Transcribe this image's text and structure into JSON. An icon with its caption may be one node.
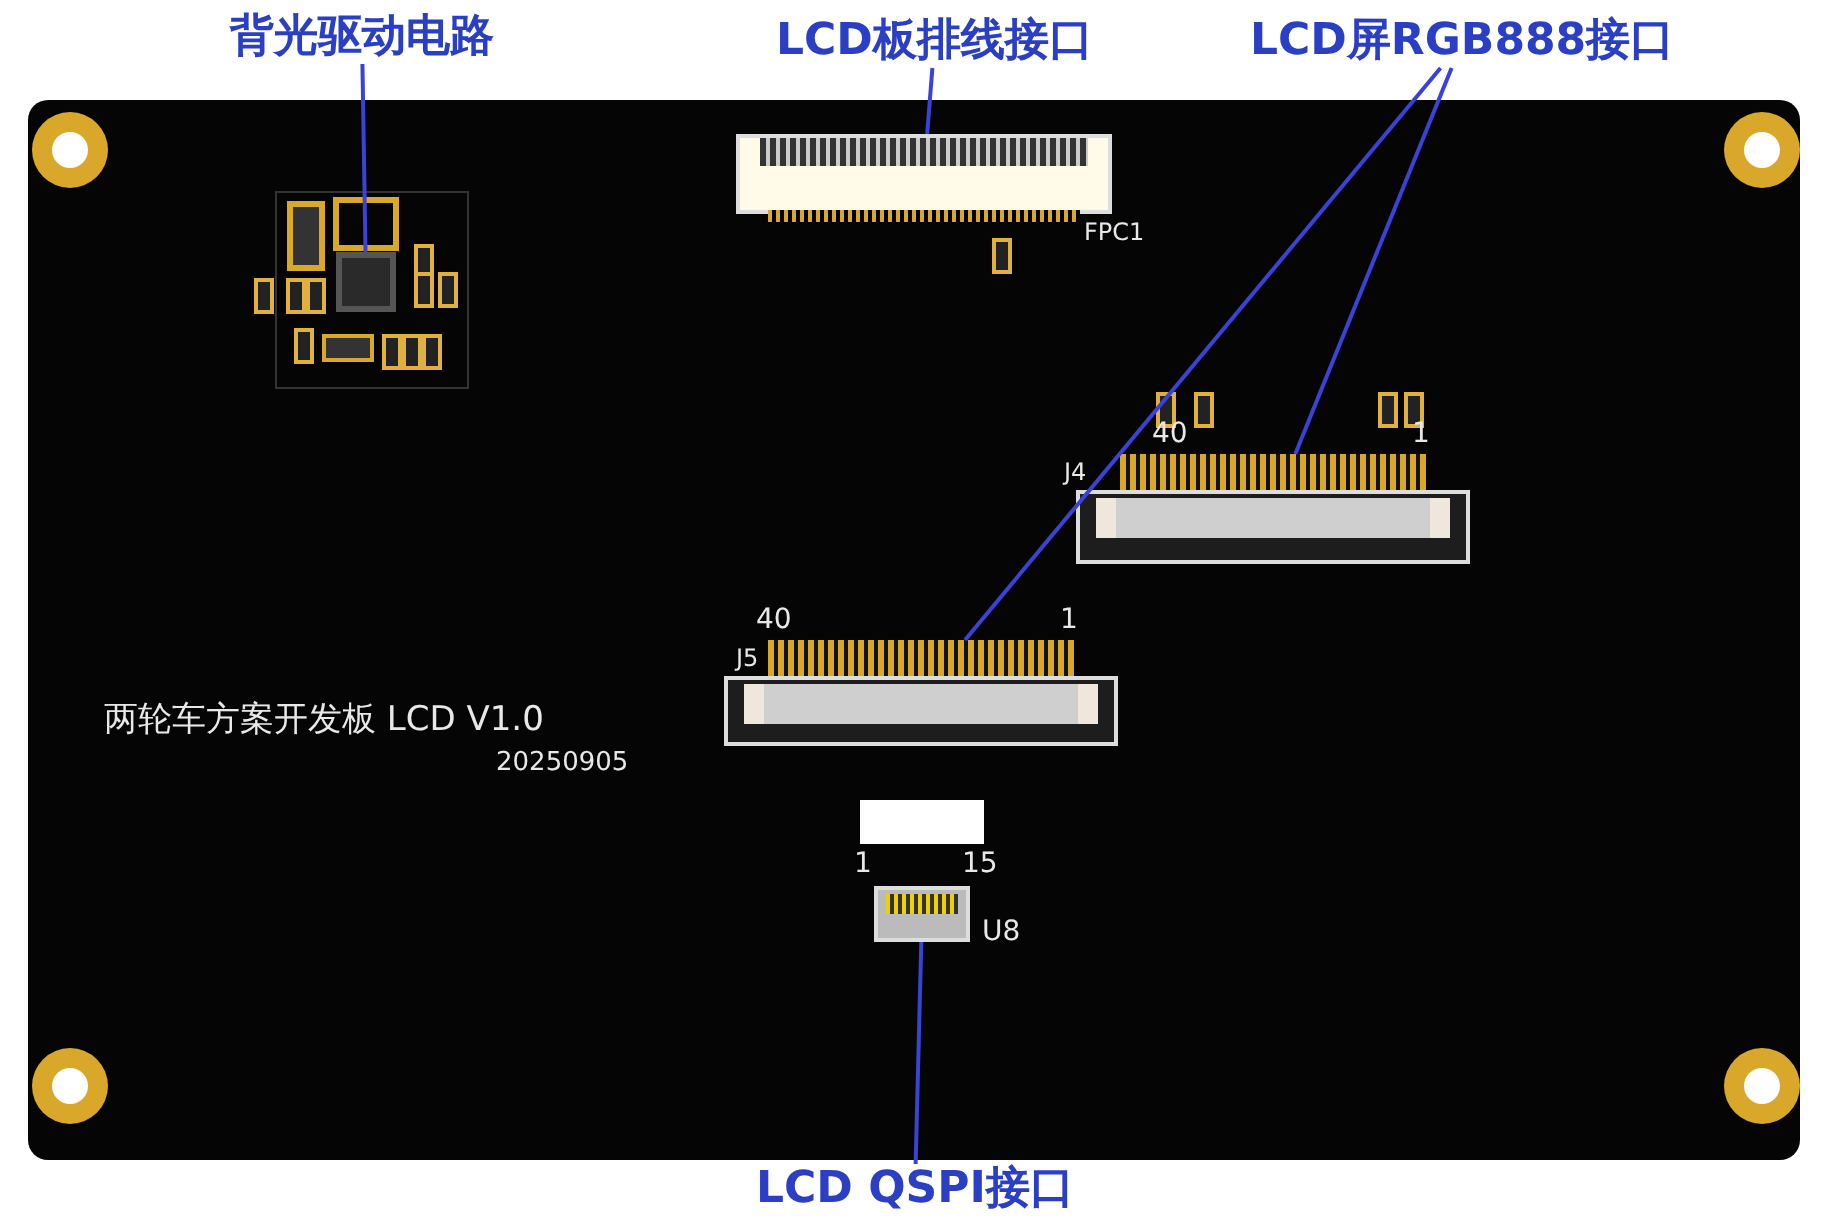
{
  "diagram": {
    "nodes": [
      {
        "text": [
          "背光驱动电路"
        ]
      },
      {
        "text": [
          "LCD板排线接口"
        ]
      },
      {
        "text": [
          "LCD屏RGB888接口"
        ]
      },
      {
        "text": [
          "LCD QSPI接口"
        ]
      },
      {
        "text": [],
        "shape": "box"
      },
      {
        "text": [],
        "shape": "box",
        "beside": [
          "FPC1"
        ]
      },
      {
        "text": [],
        "shape": "box",
        "beside": [
          "J4",
          "40",
          "1"
        ]
      },
      {
        "text": [],
        "shape": "box",
        "beside": [
          "J5",
          "40",
          "1"
        ]
      },
      {
        "text": [],
        "shape": "box",
        "beside": [
          "1",
          "15",
          "U8"
        ]
      }
    ],
    "edges": [
      {
        "from": 0,
        "to": 4,
        "arrow": "none"
      },
      {
        "from": 1,
        "to": 5,
        "arrow": "none"
      },
      {
        "from": 2,
        "to": 6,
        "arrow": "none"
      },
      {
        "from": 2,
        "to": 7,
        "arrow": "none"
      },
      {
        "from": 3,
        "to": 8,
        "arrow": "none"
      }
    ],
    "labels": [
      "两轮车方案开发板 LCD V1.0",
      "20250905"
    ]
  }
}
